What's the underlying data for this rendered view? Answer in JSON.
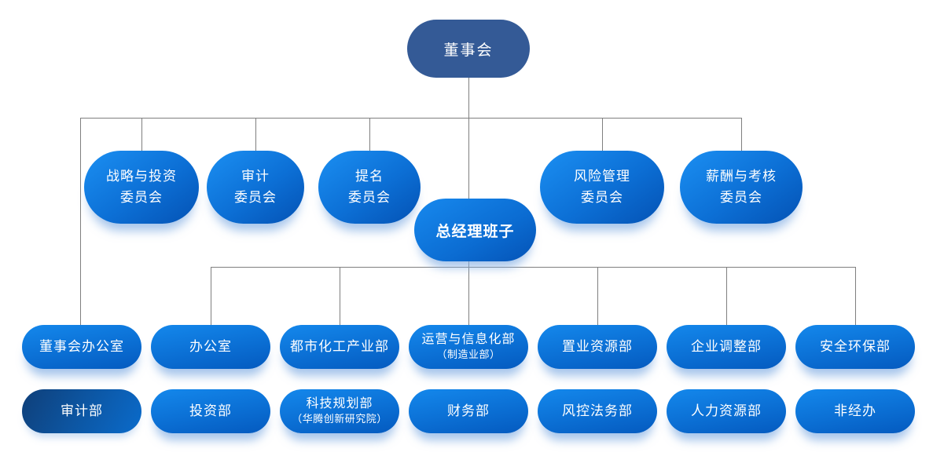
{
  "org": {
    "title": "company-org-chart",
    "board": {
      "label": "董事会"
    },
    "committees": [
      {
        "line1": "战略与投资",
        "line2": "委员会"
      },
      {
        "line1": "审计",
        "line2": "委员会"
      },
      {
        "line1": "提名",
        "line2": "委员会"
      },
      {
        "line1": "风险管理",
        "line2": "委员会"
      },
      {
        "line1": "薪酬与考核",
        "line2": "委员会"
      }
    ],
    "gm": {
      "label": "总经理班子"
    },
    "row1": [
      {
        "label": "董事会办公室"
      },
      {
        "label": "办公室"
      },
      {
        "label": "都市化工产业部"
      },
      {
        "label": "运营与信息化部",
        "sub": "（制造业部）"
      },
      {
        "label": "置业资源部"
      },
      {
        "label": "企业调整部"
      },
      {
        "label": "安全环保部"
      }
    ],
    "row2": [
      {
        "label": "审计部"
      },
      {
        "label": "投资部"
      },
      {
        "label": "科技规划部",
        "sub": "（华腾创新研究院）"
      },
      {
        "label": "财务部"
      },
      {
        "label": "风控法务部"
      },
      {
        "label": "人力资源部"
      },
      {
        "label": "非经办"
      }
    ],
    "colors": {
      "board_navy": "#345a96",
      "node_blue": "#0b6fd4",
      "node_blue_light": "#1b8ff2",
      "node_blue_dark": "#0452b4",
      "audit_dept_dark": "#0e3f79",
      "connector_gray": "#7f7f7f",
      "glow_shadow": "#c3d9f2",
      "text_white": "#ffffff"
    }
  }
}
